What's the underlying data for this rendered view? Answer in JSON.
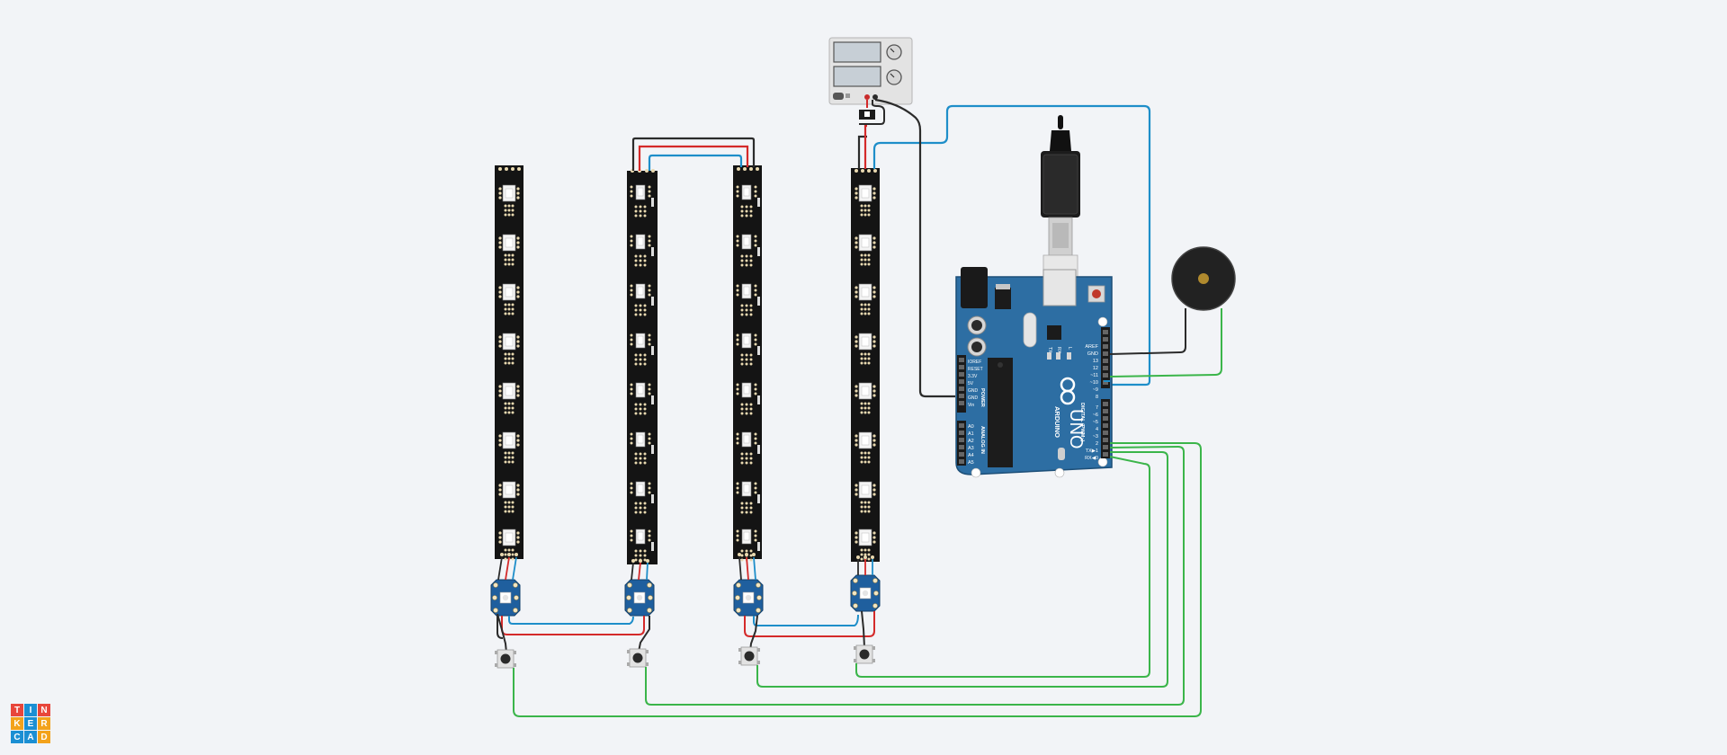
{
  "app": {
    "logo_letters": [
      "T",
      "I",
      "N",
      "K",
      "E",
      "R",
      "C",
      "A",
      "D"
    ],
    "logo_colors": [
      "#e8463b",
      "#1b8fd3",
      "#e8463b",
      "#f3a21b",
      "#1b8fd3",
      "#f3a21b",
      "#1b8fd3",
      "#1b8fd3",
      "#f3a21b"
    ]
  },
  "arduino": {
    "model": "UNO",
    "brand": "ARDUINO",
    "board_color": "#2d6ea3",
    "power_labels": [
      "IOREF",
      "RESET",
      "3.3V",
      "5V",
      "GND",
      "GND",
      "Vin"
    ],
    "power_header": "POWER",
    "analog_labels": [
      "A0",
      "A1",
      "A2",
      "A3",
      "A4",
      "A5"
    ],
    "analog_header": "ANALOG IN",
    "digital_labels": [
      "AREF",
      "GND",
      "13",
      "12",
      "~11",
      "~10",
      "~9",
      "8",
      "7",
      "~6",
      "~5",
      "4",
      "~3",
      "2",
      "TX▶1",
      "RX◀0"
    ],
    "digital_header": "DIGITAL (PWM~)",
    "tx_label": "TX",
    "rx_label": "RX",
    "l_label": "L"
  },
  "components": {
    "led_strips": 4,
    "leds_per_strip": 8,
    "neopixel_boards": 4,
    "push_buttons": 4,
    "power_supply_displays": 2,
    "buzzer": true
  },
  "wire_colors": {
    "red": "#d42a2a",
    "black": "#2b2b2b",
    "blue": "#1e8ec9",
    "green": "#3bb54a"
  }
}
